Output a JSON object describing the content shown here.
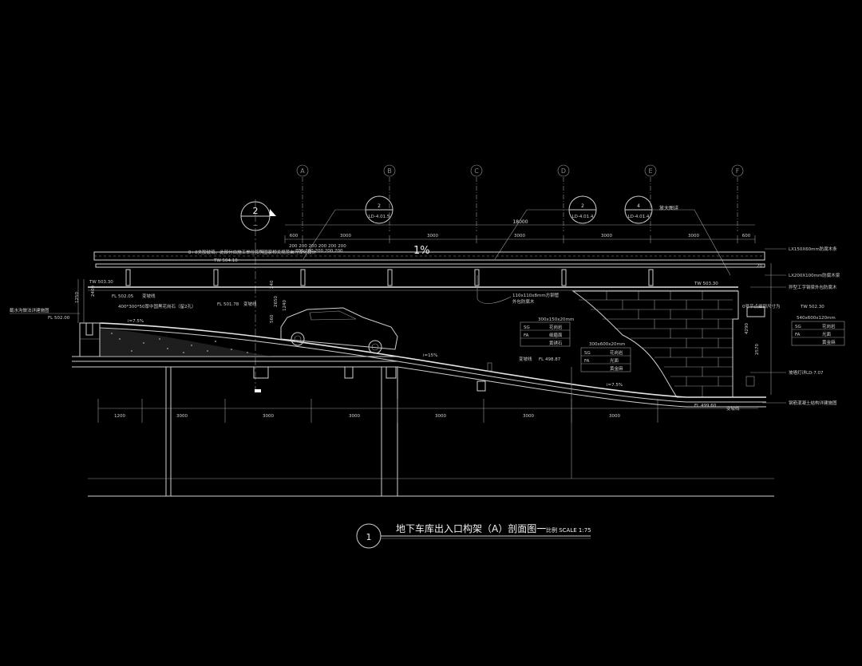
{
  "axes": [
    "A",
    "B",
    "C",
    "D",
    "E",
    "F"
  ],
  "dims_top": {
    "total": "18000",
    "segments": [
      "600",
      "3000",
      "3000",
      "3000",
      "3000",
      "3000",
      "600"
    ]
  },
  "dims_bottom": [
    "1200",
    "3000",
    "3000",
    "3000",
    "3000",
    "3000",
    "3000"
  ],
  "glass_note": "8+8夹胶玻璃，此部分由施工单位按照国家相关规范自行深化设计",
  "small_dims": "200 200 200 200 200 200",
  "small_dims2": "200 200 200 200 200",
  "slope_top": "1%",
  "callouts": [
    {
      "num": "2",
      "ref": "LD-4.01.5"
    },
    {
      "num": "2",
      "ref": "LD-4.01.4"
    },
    {
      "num": "4",
      "ref": "LD-4.01.4"
    }
  ],
  "section_mark": {
    "num": "2",
    "sub": "—"
  },
  "enlarge_note": "放大图详",
  "right_labels": [
    "LX150X60mm防腐木条",
    "LX200X100mm防腐木梁",
    "异型工字钢梁外包防腐木",
    "坡墙灯详LD-7.07",
    "钢筋混凝土结构详建施图"
  ],
  "levels": {
    "tw_left": "TW 503.30",
    "tw_mid": "TW 504.10",
    "tw_right": "TW 503.30",
    "tw_far": "TW 502.30",
    "fl_left": "FL 502.00",
    "fl_5025": "FL 502.05",
    "fl_5017": "FL 501.78",
    "fl_4987": "FL 498.87",
    "fl_4996": "FL 499.60"
  },
  "left_notes": {
    "drain": "截水沟做法详建施图",
    "stone": "400*300*50厚中国黑花岗石（留2孔）",
    "slope_line": "变坡线"
  },
  "vert_dims": [
    "1250",
    "2400",
    "2650",
    "1240",
    "560",
    "240",
    "4290",
    "2570"
  ],
  "steel_note": [
    "110x110x8mm方钢管",
    "外包防腐木"
  ],
  "slopes": [
    "i=7.5%",
    "i=15%",
    "i=7.5%"
  ],
  "wall_note": "0号节点细部尺寸为",
  "spec_tables": [
    {
      "size": "300x150x20mm",
      "rows": [
        [
          "SG",
          "花岗岩"
        ],
        [
          "FA",
          "细磨面"
        ],
        [
          "",
          "黄锈石"
        ]
      ]
    },
    {
      "size": "300x600x20mm",
      "rows": [
        [
          "SG",
          "花岗岩"
        ],
        [
          "FA",
          "光面"
        ],
        [
          "",
          "黄金麻"
        ]
      ]
    },
    {
      "size": "540x600x120mm",
      "rows": [
        [
          "SG",
          "花岗岩"
        ],
        [
          "FA",
          "光面"
        ],
        [
          "",
          "黄金麻"
        ]
      ]
    }
  ],
  "title": {
    "num": "1",
    "text": "地下车库出入口构架（A）剖面图一",
    "scale": "比例 SCALE 1:75"
  }
}
